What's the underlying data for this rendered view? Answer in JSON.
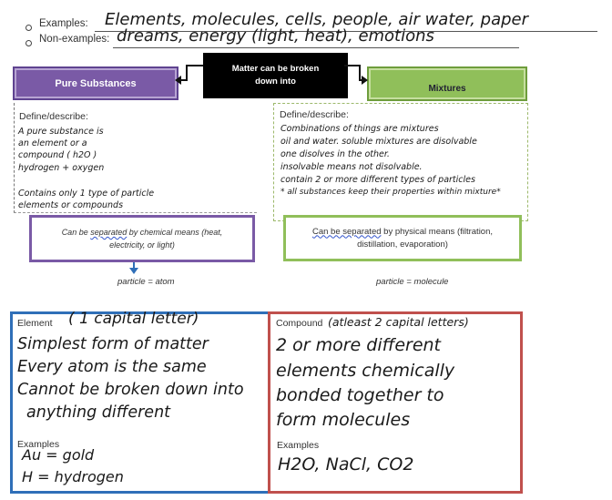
{
  "examples": {
    "examples_label": "Examples:",
    "examples_text": "Elements, molecules, cells, people, air water, paper",
    "nonexamples_label": "Non-examples:",
    "nonexamples_text": "dreams, energy (light, heat), emotions"
  },
  "header": {
    "pure_title": "Pure Substances",
    "center_line1": "Matter can be broken",
    "center_line2": "down into",
    "mixtures_title": "Mixtures"
  },
  "pure": {
    "define_label": "Define/describe:",
    "lines": [
      "A pure substance is",
      "an element or a",
      "compound ( h2O )",
      "hydrogen + oxygen",
      "Contains only 1 type of particle",
      "elements or compounds"
    ],
    "sep_underlined": "separated",
    "sep_before": "Can be ",
    "sep_after": " by chemical means (heat,",
    "sep_line2": "electricity, or light)",
    "particle": "particle = atom"
  },
  "mixtures": {
    "define_label": "Define/describe:",
    "lines": [
      "Combinations of things are mixtures",
      "oil and water. soluble mixtures are disolvable",
      "one disolves in the other.",
      "insolvable means not disolvable.",
      "contain 2 or more different types of particles",
      "* all substances keep their properties within mixture*"
    ],
    "sep_underlined": "Can be separated",
    "sep_after": " by physical means (filtration,",
    "sep_line2": "distillation, evaporation)",
    "particle": "particle = molecule"
  },
  "element": {
    "label": "Element",
    "note": "( 1 capital letter)",
    "lines": [
      "Simplest form of matter",
      "Every atom is the same",
      "Cannot be broken down into",
      "anything different"
    ],
    "examples_label": "Examples",
    "examples": [
      "Au = gold",
      "H = hydrogen"
    ]
  },
  "compound": {
    "label": "Compound",
    "note": "(atleast 2 capital letters)",
    "lines": [
      "2 or more different",
      "elements chemically",
      "bonded together to",
      "form molecules"
    ],
    "examples_label": "Examples",
    "examples": [
      "H2O, NaCl, CO2"
    ]
  }
}
